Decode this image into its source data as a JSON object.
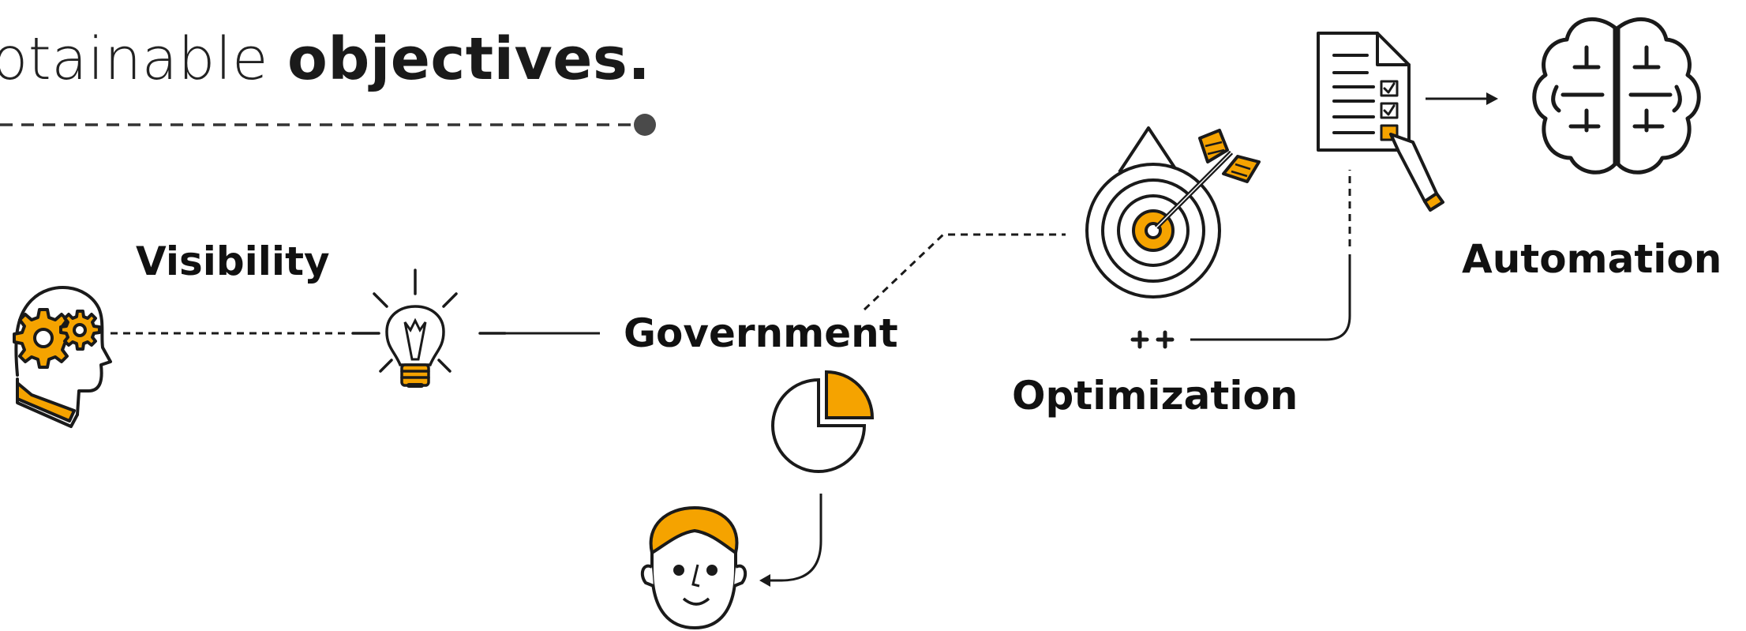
{
  "headline": {
    "light_text": "otainable ",
    "bold_text": "objectives."
  },
  "labels": {
    "visibility": "Visibility",
    "government": "Government",
    "optimization": "Optimization",
    "automation": "Automation",
    "plus_marks": "++"
  },
  "colors": {
    "accent": "#F5A300",
    "stroke": "#1a1a1a",
    "background": "#ffffff"
  },
  "icons": {
    "head_gears": "head-with-gears-icon",
    "lightbulb": "lightbulb-icon",
    "pie_chart": "pie-chart-icon",
    "face": "person-face-icon",
    "target": "target-arrow-icon",
    "checklist": "checklist-document-icon",
    "brain": "brain-icon"
  }
}
